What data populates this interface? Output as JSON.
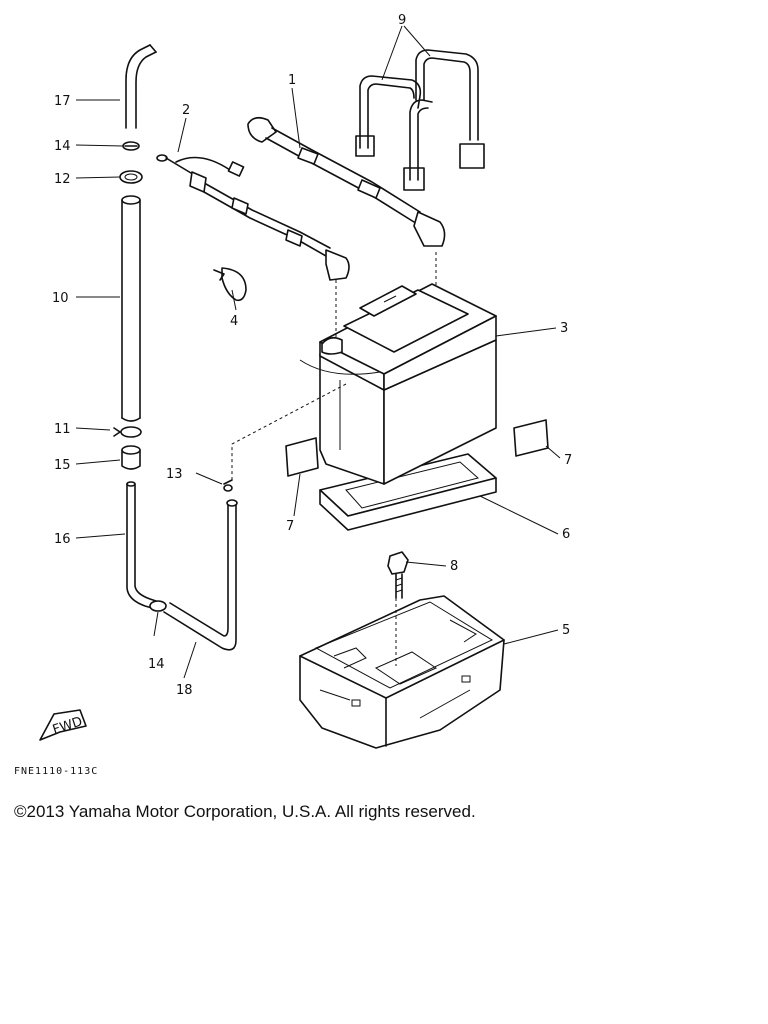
{
  "diagram": {
    "callouts": {
      "c1": "1",
      "c2": "2",
      "c3": "3",
      "c4": "4",
      "c5": "5",
      "c6": "6",
      "c7a": "7",
      "c7b": "7",
      "c8": "8",
      "c9": "9",
      "c10": "10",
      "c11": "11",
      "c12": "12",
      "c13": "13",
      "c14a": "14",
      "c14b": "14",
      "c15": "15",
      "c16": "16",
      "c17": "17",
      "c18": "18"
    },
    "fwd_label": "FWD",
    "figure_code": "FNE1110-113C"
  },
  "footer": {
    "copyright": "©2013 Yamaha Motor Corporation, U.S.A. All rights reserved."
  }
}
